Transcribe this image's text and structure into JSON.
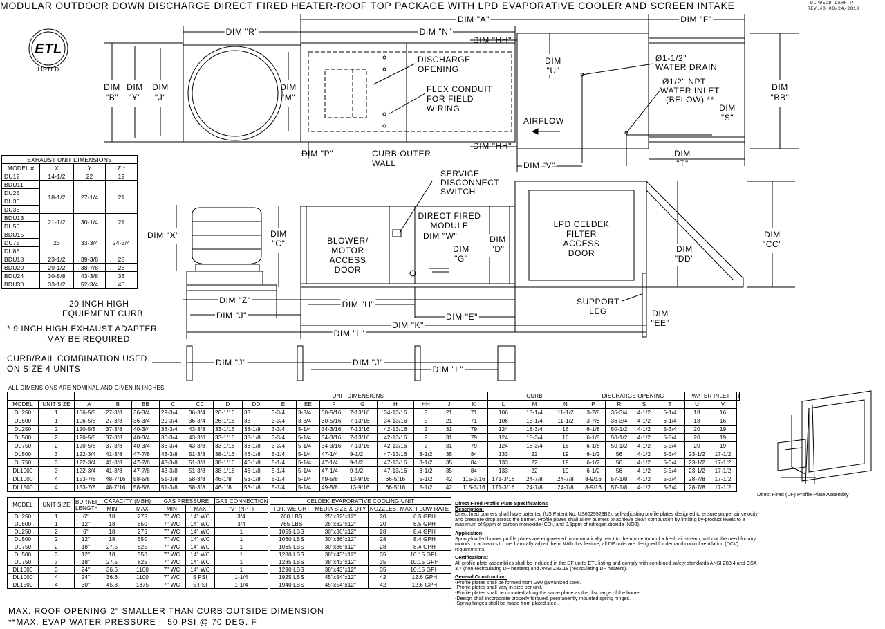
{
  "title": "MODULAR OUTDOOR DOWN DISCHARGE DIRECT FIRED HEATER-ROOF TOP PACKAGE WITH LPD EVAPORATIVE COOLER AND SCREEN INTAKE",
  "doc_code": "DLPDECDFDAHRTP",
  "revision": "REV.#0   08/24/2018",
  "logo": {
    "text": "ETL",
    "sub": "LISTED"
  },
  "top_view": {
    "dim_a": "DIM \"A\"",
    "dim_f": "DIM \"F\"",
    "dim_r": "DIM \"R\"",
    "dim_n": "DIM \"N\"",
    "dim_hh_top": "DIM \"HH\"",
    "dim_hh_bottom": "DIM \"HH\"",
    "dim_b": [
      "DIM",
      "\"B\""
    ],
    "dim_y": [
      "DIM",
      "\"Y\""
    ],
    "dim_j": [
      "DIM",
      "\"J\""
    ],
    "dim_m": [
      "DIM",
      "\"M\""
    ],
    "discharge": [
      "DISCHARGE",
      "OPENING"
    ],
    "flex": [
      "FLEX CONDUIT",
      "FOR FIELD",
      "WIRING"
    ],
    "dim_p": "DIM \"P\"",
    "curb_wall": [
      "CURB OUTER",
      "WALL"
    ],
    "dim_u": [
      "DIM",
      "\"U\""
    ],
    "water_drain": [
      "Ø1-1/2\"",
      "WATER DRAIN"
    ],
    "water_inlet": [
      "Ø1/2\" NPT",
      "WATER INLET",
      "(BELOW) **"
    ],
    "dim_s": [
      "DIM",
      "\"S\""
    ],
    "airflow": "AIRFLOW",
    "dim_v": "DIM \"V\"",
    "dim_t": [
      "DIM",
      "\"T\""
    ],
    "dim_bb": [
      "DIM",
      "\"BB\""
    ]
  },
  "side_view": {
    "service": [
      "SERVICE",
      "DISCONNECT",
      "SWITCH"
    ],
    "dim_x": "DIM \"X\"",
    "dim_c": [
      "DIM",
      "\"C\""
    ],
    "blower": [
      "BLOWER/",
      "MOTOR",
      "ACCESS",
      "DOOR"
    ],
    "df_module": [
      "DIRECT FIRED",
      "MODULE"
    ],
    "dim_w": "DIM \"W\"",
    "dim_g": [
      "DIM",
      "\"G\""
    ],
    "dim_d": [
      "DIM",
      "\"D\""
    ],
    "celdek": [
      "LPD CELDEK",
      "FILTER",
      "ACCESS",
      "DOOR"
    ],
    "dim_dd": [
      "DIM",
      "\"DD\""
    ],
    "dim_cc": [
      "DIM",
      "\"CC\""
    ],
    "support": [
      "SUPPORT",
      "LEG"
    ],
    "dim_ee": [
      "DIM",
      "\"EE\""
    ],
    "dim_z": "DIM \"Z\"",
    "dim_j": "DIM \"J\"",
    "dim_h": "DIM \"H\"",
    "dim_e": "DIM \"E\"",
    "dim_k": "DIM \"K\"",
    "dim_l": "DIM \"L\"",
    "curb_note": [
      "20 INCH HIGH",
      "EQUIPMENT CURB"
    ],
    "adapter_note": [
      "* 9 INCH HIGH EXHAUST ADAPTER",
      "MAY BE REQUIRED"
    ],
    "rail_note": [
      "CURB/RAIL COMBINATION USED",
      "ON SIZE 4 UNITS"
    ],
    "rail_j1": "DIM \"J\"",
    "rail_j2": "DIM \"J\"",
    "rail_l": "DIM \"L\""
  },
  "exhaust_table": {
    "title": "EXHAUST UNIT DIMENSIONS",
    "headers": [
      "MODEL #",
      "X",
      "Y",
      "Z *"
    ],
    "groups": [
      {
        "models": [
          "DU12"
        ],
        "x": "14-1/2",
        "y": "22",
        "z": "19"
      },
      {
        "models": [
          "BDU11",
          "DU25",
          "DU30",
          "DU33"
        ],
        "x": "18-1/2",
        "y": "27-1/4",
        "z": "21"
      },
      {
        "models": [
          "BDU13",
          "DU50"
        ],
        "x": "21-1/2",
        "y": "30-1/4",
        "z": "21"
      },
      {
        "models": [
          "BDU15",
          "DU75",
          "DU85"
        ],
        "x": "23",
        "y": "33-3/4",
        "z": "24-3/4"
      },
      {
        "models": [
          "BDU18"
        ],
        "x": "23-1/2",
        "y": "39-3/8",
        "z": "28"
      },
      {
        "models": [
          "BDU20"
        ],
        "x": "29-1/2",
        "y": "38-7/8",
        "z": "28"
      },
      {
        "models": [
          "BDU24"
        ],
        "x": "30-5/8",
        "y": "43-3/8",
        "z": "33"
      },
      {
        "models": [
          "BDU30"
        ],
        "x": "33-1/2",
        "y": "52-3/4",
        "z": "40"
      }
    ]
  },
  "main_table": {
    "note": "ALL DIMENSIONS ARE NOMINAL AND GIVEN IN INCHES.",
    "groups": [
      "UNIT DIMENSIONS",
      "CURB",
      "DISCHARGE OPENING",
      "WATER INLET",
      "DRAIN OPENING"
    ],
    "headers": [
      "MODEL",
      "UNIT SIZE",
      "A",
      "B",
      "BB",
      "C",
      "CC",
      "D",
      "DD",
      "E",
      "EE",
      "F",
      "G",
      "H",
      "HH",
      "J",
      "K",
      "L",
      "M",
      "N",
      "P",
      "R",
      "S",
      "T",
      "U",
      "V"
    ],
    "rows": [
      [
        "DL250",
        "1",
        "106-5/8",
        "27-3/8",
        "36-3/4",
        "29-3/4",
        "36-3/4",
        "26-1/16",
        "33",
        "3-3/4",
        "3-3/4",
        "30-5/16",
        "7-13/16",
        "34-13/16",
        "5",
        "21",
        "71",
        "106",
        "13-1/4",
        "11-1/2",
        "3-7/8",
        "36-3/4",
        "4-1/2",
        "6-1/4",
        "18",
        "16"
      ],
      [
        "DL500",
        "1",
        "106-5/8",
        "27-3/8",
        "36-3/4",
        "29-3/4",
        "36-3/4",
        "26-1/16",
        "33",
        "3-3/4",
        "3-3/4",
        "30-5/16",
        "7-13/16",
        "34-13/16",
        "5",
        "21",
        "71",
        "106",
        "13-1/4",
        "11-1/2",
        "3-7/8",
        "36-3/4",
        "4-1/2",
        "6-1/4",
        "18",
        "16"
      ],
      [
        "DL250",
        "2",
        "120-5/8",
        "37-3/8",
        "40-3/4",
        "36-3/4",
        "43-3/8",
        "33-1/16",
        "38-1/8",
        "3-3/4",
        "5-1/4",
        "34-3/16",
        "7-13/16",
        "42-13/16",
        "2",
        "31",
        "79",
        "124",
        "18-3/4",
        "16",
        "6-1/8",
        "50-1/2",
        "4-1/2",
        "5-3/4",
        "20",
        "19"
      ],
      [
        "DL500",
        "2",
        "120-5/8",
        "37-3/8",
        "40-3/4",
        "36-3/4",
        "43-3/8",
        "33-1/16",
        "38-1/8",
        "3-3/4",
        "5-1/4",
        "34-3/16",
        "7-13/16",
        "42-13/16",
        "2",
        "31",
        "79",
        "124",
        "18-3/4",
        "16",
        "6-1/8",
        "50-1/2",
        "4-1/2",
        "5-3/4",
        "20",
        "19"
      ],
      [
        "DL750",
        "2",
        "120-5/8",
        "37-3/8",
        "40-3/4",
        "36-3/4",
        "43-3/8",
        "33-1/16",
        "38-1/8",
        "3-3/4",
        "5-1/4",
        "34-3/16",
        "7-13/16",
        "42-13/16",
        "2",
        "31",
        "79",
        "124",
        "18-3/4",
        "16",
        "6-1/8",
        "50-1/2",
        "4-1/2",
        "5-3/4",
        "20",
        "19"
      ],
      [
        "DL500",
        "3",
        "122-3/4",
        "41-3/8",
        "47-7/8",
        "43-3/8",
        "51-3/8",
        "38-1/16",
        "46-1/8",
        "5-1/4",
        "5-1/4",
        "47-1/4",
        "9-1/2",
        "47-13/16",
        "3-1/2",
        "35",
        "84",
        "133",
        "22",
        "19",
        "6-1/2",
        "56",
        "4-1/2",
        "5-3/4",
        "23-1/2",
        "17-1/2"
      ],
      [
        "DL750",
        "3",
        "122-3/4",
        "41-3/8",
        "47-7/8",
        "43-3/8",
        "51-3/8",
        "38-1/16",
        "46-1/8",
        "5-1/4",
        "5-1/4",
        "47-1/4",
        "9-1/2",
        "47-13/16",
        "3-1/2",
        "35",
        "84",
        "133",
        "22",
        "19",
        "6-1/2",
        "56",
        "4-1/2",
        "5-3/4",
        "23-1/2",
        "17-1/2"
      ],
      [
        "DL1000",
        "3",
        "122-3/4",
        "41-3/8",
        "47-7/8",
        "43-3/8",
        "51-3/8",
        "38-1/16",
        "46-1/8",
        "5-1/4",
        "5-1/4",
        "47-1/4",
        "9-1/2",
        "47-13/16",
        "3-1/2",
        "35",
        "84",
        "133",
        "22",
        "19",
        "6-1/2",
        "56",
        "4-1/2",
        "5-3/4",
        "23-1/2",
        "17-1/2"
      ],
      [
        "DL1000",
        "4",
        "153-7/8",
        "48-7/16",
        "58-5/8",
        "51-3/8",
        "58-3/8",
        "46-1/8",
        "53-1/8",
        "5-1/4",
        "5-1/4",
        "49-5/8",
        "13-9/16",
        "66-5/16",
        "5-1/2",
        "42",
        "115-3/16",
        "171-3/16",
        "24-7/8",
        "24-7/8",
        "8-9/16",
        "57-1/8",
        "4-1/2",
        "5-3/4",
        "28-7/8",
        "17-1/2"
      ],
      [
        "DL1500",
        "4",
        "153-7/8",
        "48-7/16",
        "58-5/8",
        "51-3/8",
        "58-3/8",
        "46-1/8",
        "53-1/8",
        "5-1/4",
        "5-1/4",
        "49-5/8",
        "13-9/16",
        "66-5/16",
        "5-1/2",
        "42",
        "115-3/16",
        "171-3/16",
        "24-7/8",
        "24-7/8",
        "8-9/16",
        "57-1/8",
        "4-1/2",
        "5-3/4",
        "28-7/8",
        "17-1/2"
      ]
    ]
  },
  "burner_table": {
    "headers": [
      "MODEL",
      "UNIT SIZE",
      "BURNER LENGTH",
      "CAPACITY (MBH)",
      "GAS PRESSURE",
      "GAS CONNECTION"
    ],
    "sub": [
      "MIN",
      "MAX",
      "MIN",
      "MAX",
      "\"V\" (NPT)"
    ],
    "rows": [
      [
        "DL250",
        "1",
        "6\"",
        "18",
        "275",
        "7\" WC",
        "14\" WC",
        "3/4"
      ],
      [
        "DL500",
        "1",
        "12\"",
        "18",
        "550",
        "7\" WC",
        "14\" WC",
        "3/4"
      ],
      [
        "DL250",
        "2",
        "6\"",
        "18",
        "275",
        "7\" WC",
        "14\" WC",
        "1"
      ],
      [
        "DL500",
        "2",
        "12\"",
        "18",
        "550",
        "7\" WC",
        "14\" WC",
        "1"
      ],
      [
        "DL750",
        "2",
        "18\"",
        "27.5",
        "825",
        "7\" WC",
        "14\" WC",
        "1"
      ],
      [
        "DL500",
        "3",
        "12\"",
        "18",
        "550",
        "7\" WC",
        "14\" WC",
        "1"
      ],
      [
        "DL750",
        "3",
        "18\"",
        "27.5",
        "825",
        "7\" WC",
        "14\" WC",
        "1"
      ],
      [
        "DL1000",
        "3",
        "24\"",
        "36.6",
        "1100",
        "7\" WC",
        "14\" WC",
        "1"
      ],
      [
        "DL1000",
        "4",
        "24\"",
        "36.6",
        "1100",
        "7\" WC",
        "5 PSI",
        "1-1/4"
      ],
      [
        "DL1500",
        "4",
        "30\"",
        "45.8",
        "1375",
        "7\" WC",
        "5 PSI",
        "1-1/4"
      ]
    ]
  },
  "celdek_table": {
    "title": "CELDEK EVAPORATIVE COOLING UNIT",
    "headers": [
      "TOT. WEIGHT",
      "MEDIA SIZE & QTY",
      "NOZZLES",
      "MAX. FLOW RATE"
    ],
    "rows": [
      [
        "760 LBS",
        "25\"x32\"x12\"",
        "20",
        "6.5 GPH"
      ],
      [
        "765 LBS",
        "25\"x32\"x12\"",
        "20",
        "6.5 GPH"
      ],
      [
        "1055 LBS",
        "30\"x36\"x12\"",
        "28",
        "8.4 GPH"
      ],
      [
        "1060 LBS",
        "30\"x36\"x12\"",
        "28",
        "8.4 GPH"
      ],
      [
        "1065 LBS",
        "30\"x36\"x12\"",
        "28",
        "8.4 GPH"
      ],
      [
        "1280 LBS",
        "38\"x43\"x12\"",
        "35",
        "10.15 GPH"
      ],
      [
        "1285 LBS",
        "38\"x43\"x12\"",
        "35",
        "10.15 GPH"
      ],
      [
        "1290 LBS",
        "38\"x43\"x12\"",
        "35",
        "10.15 GPH"
      ],
      [
        "1925 LBS",
        "45\"x54\"x12\"",
        "42",
        "12.6 GPH"
      ],
      [
        "1940 LBS",
        "45\"x54\"x12\"",
        "42",
        "12.6 GPH"
      ]
    ]
  },
  "notes": {
    "roof": "MAX. ROOF OPENING 2\" SMALLER THAN CURB OUTSIDE DIMENSION",
    "water": "**MAX. EVAP WATER PRESSURE = 50 PSI @ 70 DEG. F"
  },
  "specs": {
    "title": "Direct Fired Profile Plate Specifications",
    "desc_h": "Description:",
    "desc": "Direct fired burners shall have patented (US Patent No: US6629523B2), self-adjusting profile plates designed to ensure proper air velocity and pressure drop across the burner. Profile plates shall allow burners to achieve clean combustion by limiting by-product levels to a maximum of 5ppm of carbon monoxide (CO), and 0.5ppm of nitrogen dioxide (NO2).",
    "app_h": "Application:",
    "app": "Spring-loaded burner profile plates are engineered to automatically react to the momentum of a fresh air stream, without the need for any motors or actuators to mechanically adjust them. With this feature, all DF units are designed for demand control ventilation (DCV) requirements.",
    "cert_h": "Certifications:",
    "cert": "All profile plate assemblies shall be included in the DF unit's ETL listing and comply with combined safety standards ANSI Z83.4 and CSA 3.7 (non-recirculating DF heaters) and ANSI Z83.18 (recirculating DF heaters).",
    "gen_h": "General Construction:",
    "gen": [
      "-Profile plates shall be formed from G90 galvanized steel.",
      "-Profile plates shall vary in size per unit.",
      "-Profile plates shall be mounted along the same plane as the discharge of the burner.",
      "-Design shall incorporate properly torqued, permanently mounted spring hinges.",
      "-Spring hinges shall be made from plated steel."
    ]
  },
  "profile_caption": "Direct Fired (DF) Profile Plate Assembly"
}
